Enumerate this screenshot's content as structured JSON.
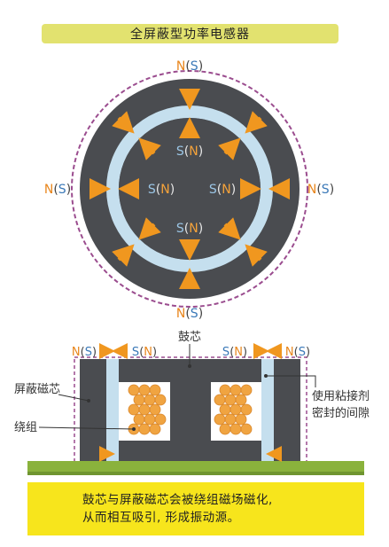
{
  "title": "全屏蔽型功率电感器",
  "top_view": {
    "outer_top": {
      "pole": "N",
      "paren": "S"
    },
    "outer_bottom": {
      "pole": "N",
      "paren": "S"
    },
    "outer_left": {
      "pole": "N",
      "paren": "S"
    },
    "outer_right": {
      "pole": "N",
      "paren": "S"
    },
    "inner_top": {
      "pole": "S",
      "paren": "N"
    },
    "inner_bottom": {
      "pole": "S",
      "paren": "N"
    },
    "inner_left": {
      "pole": "S",
      "paren": "N"
    },
    "inner_right": {
      "pole": "S",
      "paren": "N"
    }
  },
  "cross_section": {
    "left_outer": {
      "pole": "N",
      "paren": "S"
    },
    "left_inner": {
      "pole": "S",
      "paren": "N"
    },
    "right_inner": {
      "pole": "S",
      "paren": "N"
    },
    "right_outer": {
      "pole": "N",
      "paren": "S"
    },
    "label_drum": "鼓芯",
    "label_shield": "屏蔽磁芯",
    "label_winding": "绕组",
    "label_adhesive_1": "使用粘接剂",
    "label_adhesive_2": "密封的间隙"
  },
  "caption": {
    "line1": "鼓芯与屏蔽磁芯会被绕组磁场磁化,",
    "line2": "从而相互吸引, 形成振动源。"
  },
  "colors": {
    "pole_n": "#e8861c",
    "pole_s": "#3b79b8",
    "core": "#4a4c50",
    "ring": "#c5dfee",
    "arrow": "#f0971f",
    "dash": "#9b4d8f",
    "copper": "#f0a441",
    "pcb": "#8ab23c",
    "caption_bg": "#f7e51c"
  }
}
